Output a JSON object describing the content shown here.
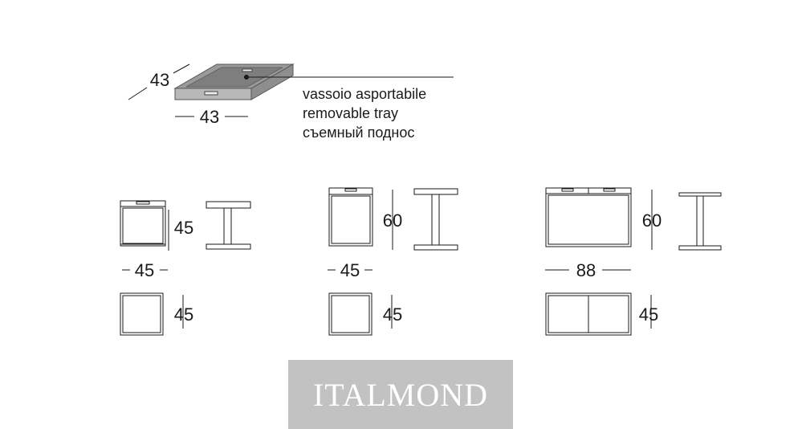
{
  "tray": {
    "depth_dim": "43",
    "width_dim": "43",
    "label_it": "vassoio asportabile",
    "label_en": "removable tray",
    "label_ru": "съемный поднос"
  },
  "small_table": {
    "height_dim": "45",
    "width_dim": "45",
    "depth_dim": "45"
  },
  "medium_table": {
    "height_dim": "60",
    "width_dim": "45",
    "depth_dim": "45"
  },
  "large_table": {
    "height_dim": "60",
    "width_dim": "88",
    "depth_dim": "45"
  },
  "watermark": {
    "text": "ITALMOND",
    "background": "#c2c2c2"
  },
  "colors": {
    "line": "#1a1a1a",
    "tray_fill": "#9a9a9a",
    "tray_front": "#b8b8b8"
  }
}
